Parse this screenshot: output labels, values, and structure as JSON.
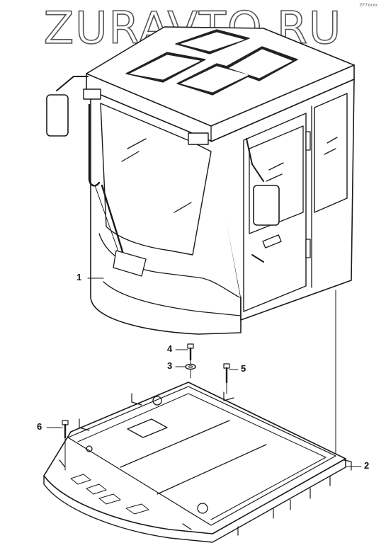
{
  "watermark": "ZURAVTO.RU",
  "corner_code": "ZF7xxxx",
  "callouts": [
    {
      "id": "1",
      "label": "1"
    },
    {
      "id": "2",
      "label": "2"
    },
    {
      "id": "3",
      "label": "3"
    },
    {
      "id": "4",
      "label": "4"
    },
    {
      "id": "5",
      "label": "5"
    },
    {
      "id": "6",
      "label": "6"
    }
  ]
}
